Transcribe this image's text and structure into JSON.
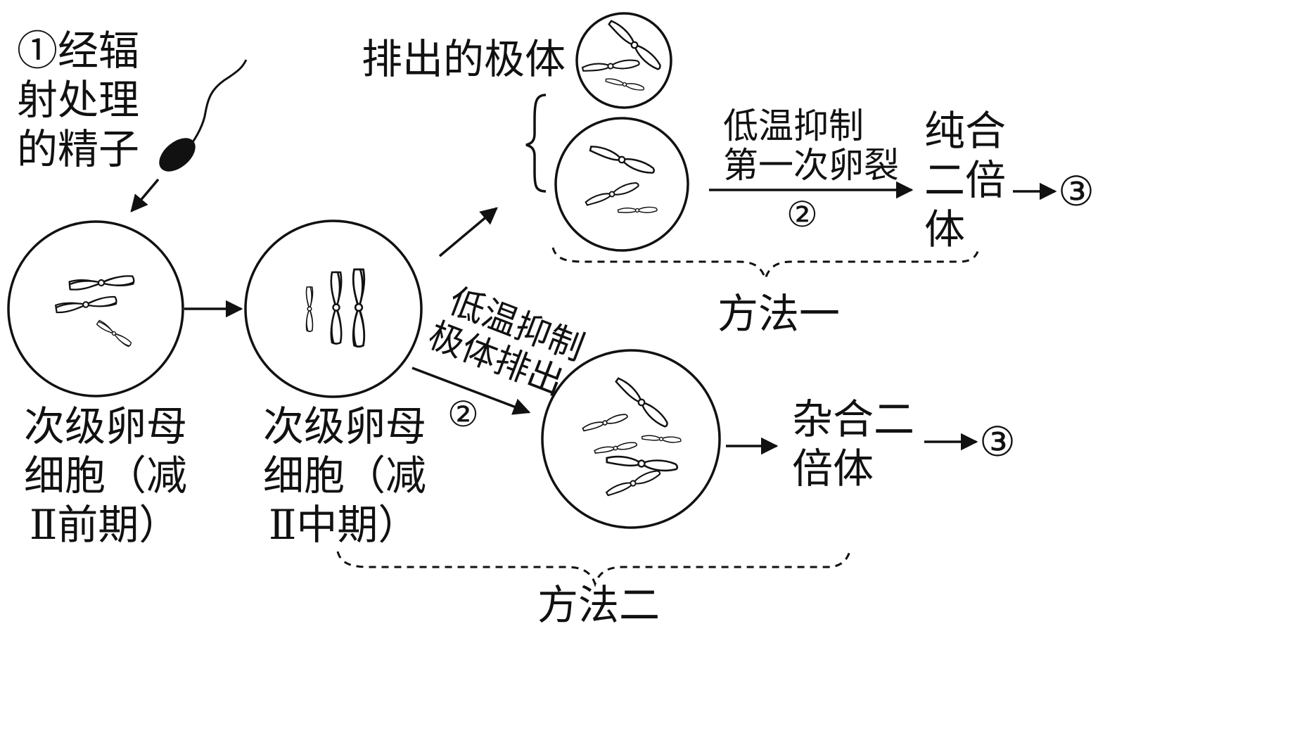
{
  "labels": {
    "sperm_line1": "①经辐",
    "sperm_line2": "射处理",
    "sperm_line3": "的精子",
    "cell1_line1": "次级卵母",
    "cell1_line2": "细胞（减",
    "cell1_line3": "Ⅱ前期）",
    "cell2_line1": "次级卵母",
    "cell2_line2": "细胞（减",
    "cell2_line3": "Ⅱ中期）",
    "polar_body": "排出的极体",
    "m1_arrow_line1": "低温抑制",
    "m1_arrow_line2": "第一次卵裂",
    "m1_arrow_step": "②",
    "m1_result_line1": "纯合",
    "m1_result_line2": "二倍",
    "m1_result_line3": "体",
    "m1_next": "③",
    "method1": "方法一",
    "m2_arrow_line1": "低温抑制",
    "m2_arrow_line2": "极体排出",
    "m2_arrow_step": "②",
    "m2_result_line1": "杂合二",
    "m2_result_line2": "倍体",
    "m2_next": "③",
    "method2": "方法二"
  },
  "colors": {
    "ink": "#111111",
    "background": "#ffffff"
  }
}
